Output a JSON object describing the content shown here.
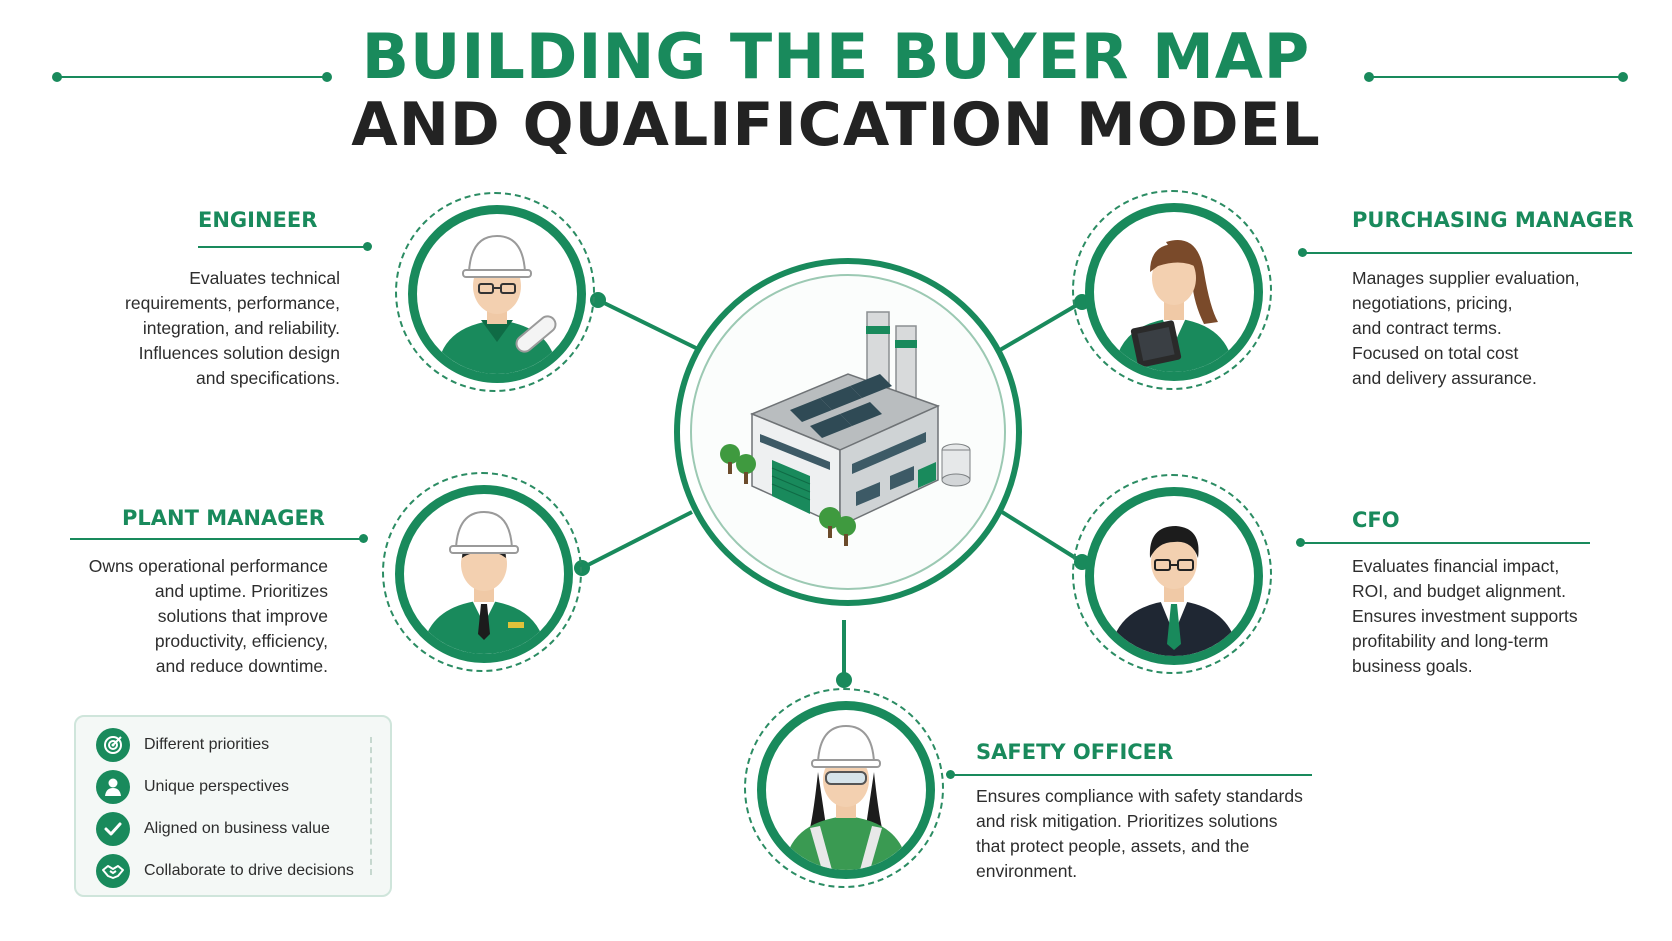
{
  "title": {
    "line1": "BUILDING THE BUYER MAP",
    "line2": "AND QUALIFICATION MODEL"
  },
  "colors": {
    "accent": "#198a5c",
    "title_dark": "#232323",
    "legend_bg": "#f4f8f6"
  },
  "center": {
    "icon": "factory-icon"
  },
  "roles": {
    "engineer": {
      "title": "ENGINEER",
      "description": "Evaluates technical\nrequirements, performance,\nintegration, and reliability.\nInfluences solution design\nand specifications.",
      "icon": "engineer-avatar-icon"
    },
    "purchasing_manager": {
      "title": "PURCHASING MANAGER",
      "description": "Manages supplier evaluation,\nnegotiations, pricing,\nand contract terms.\nFocused on total cost\nand delivery assurance.",
      "icon": "purchasing-manager-avatar-icon"
    },
    "plant_manager": {
      "title": "PLANT MANAGER",
      "description": "Owns operational performance\nand uptime. Prioritizes\nsolutions that improve\nproductivity, efficiency,\nand reduce downtime.",
      "icon": "plant-manager-avatar-icon"
    },
    "cfo": {
      "title": "CFO",
      "description": "Evaluates financial impact,\nROI, and budget alignment.\nEnsures investment supports\nprofitability and long-term\nbusiness goals.",
      "icon": "cfo-avatar-icon"
    },
    "safety_officer": {
      "title": "SAFETY OFFICER",
      "description": "Ensures compliance with safety standards\nand risk mitigation. Prioritizes solutions\nthat protect people, assets, and the\nenvironment.",
      "icon": "safety-officer-avatar-icon"
    }
  },
  "legend": {
    "items": [
      {
        "label": "Different priorities",
        "icon": "target-icon"
      },
      {
        "label": "Unique perspectives",
        "icon": "person-icon"
      },
      {
        "label": "Aligned on business value",
        "icon": "checkmark-icon"
      },
      {
        "label": "Collaborate to drive decisions",
        "icon": "handshake-icon"
      }
    ]
  }
}
